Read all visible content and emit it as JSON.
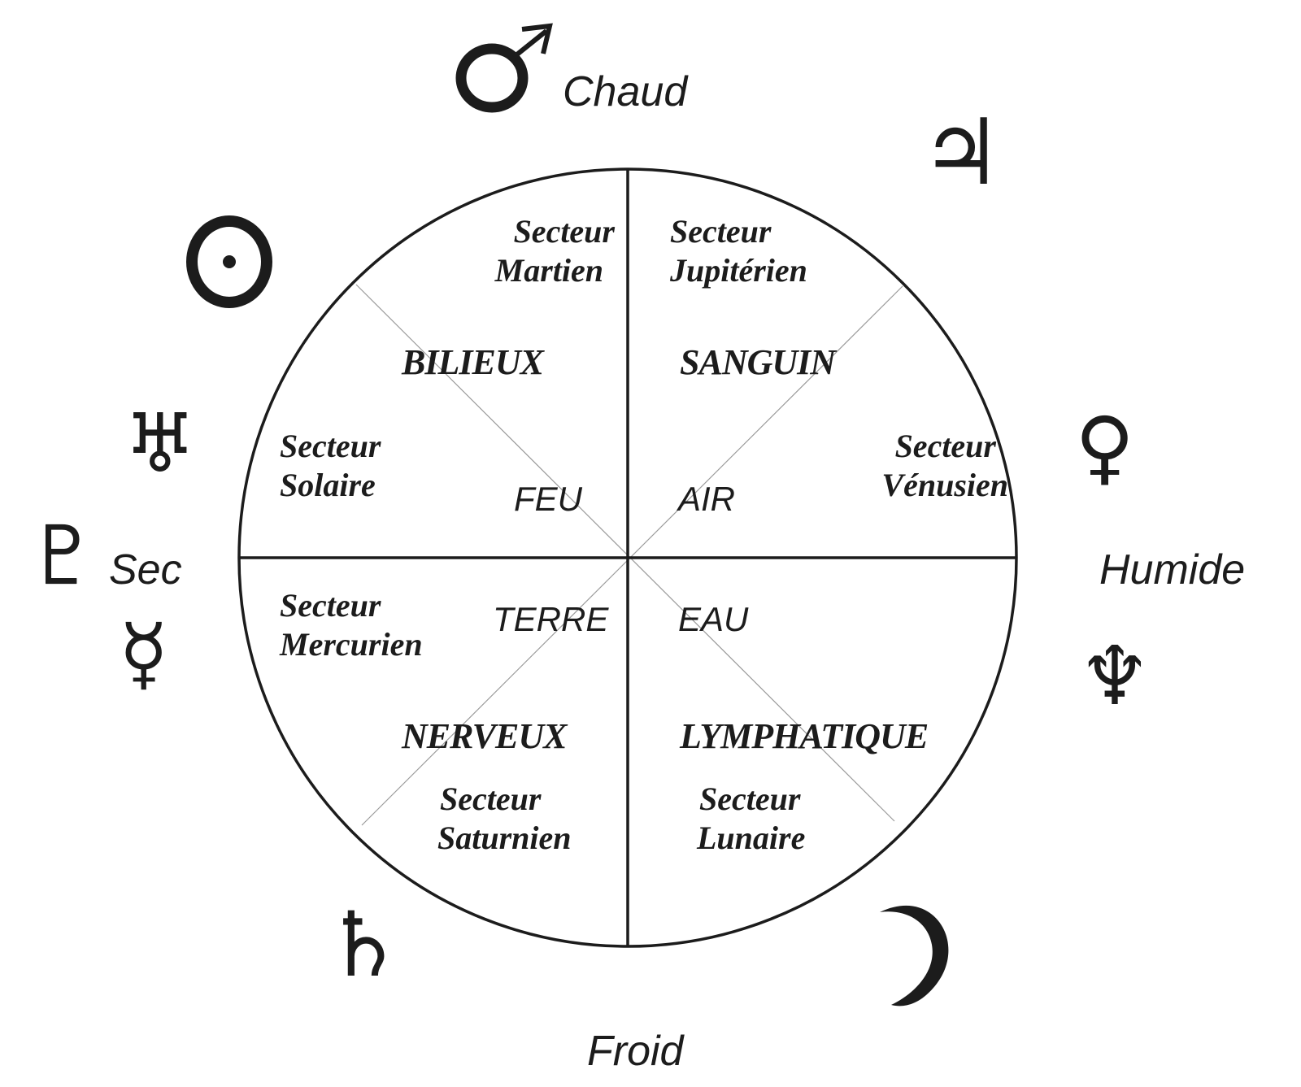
{
  "qualities": {
    "top": "Chaud",
    "bottom": "Froid",
    "left": "Sec",
    "right": "Humide"
  },
  "sectors": {
    "martien": [
      "Secteur",
      "Martien"
    ],
    "jupiterien": [
      "Secteur",
      "Jupitérien"
    ],
    "solaire": [
      "Secteur",
      "Solaire"
    ],
    "venusien": [
      "Secteur",
      "Vénusien"
    ],
    "mercurien": [
      "Secteur",
      "Mercurien"
    ],
    "saturnien": [
      "Secteur",
      "Saturnien"
    ],
    "lunaire": [
      "Secteur",
      "Lunaire"
    ]
  },
  "temperaments": {
    "bilieux": "BILIEUX",
    "sanguin": "SANGUIN",
    "nerveux": "NERVEUX",
    "lymphatique": "LYMPHATIQUE"
  },
  "elements": {
    "feu": "FEU",
    "air": "AIR",
    "terre": "TERRE",
    "eau": "EAU"
  },
  "planet_icons": {
    "mars": "mars-symbol-icon",
    "jupiter": "jupiter-symbol-icon",
    "sun": "sun-symbol-icon",
    "uranus": "uranus-symbol-icon",
    "pluto": "pluto-symbol-icon",
    "mercury": "mercury-symbol-icon",
    "venus": "venus-symbol-icon",
    "neptune": "neptune-symbol-icon",
    "saturn": "saturn-symbol-icon",
    "moon": "moon-symbol-icon"
  },
  "colors": {
    "ink": "#1c1c1c",
    "thin_line": "#9a9a9a",
    "background": "#ffffff"
  }
}
